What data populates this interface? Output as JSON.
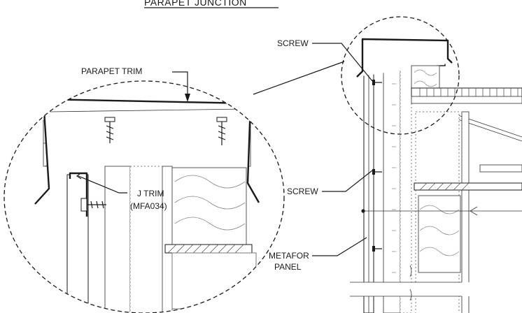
{
  "title": "PARAPET JUNCTION",
  "labels": {
    "parapet_trim": "PARAPET TRIM",
    "screw_top": "SCREW",
    "j_trim_line1": "J TRIM",
    "j_trim_line2": "(MFA034)",
    "screw_mid": "SCREW",
    "metafor_line1": "METAFOR",
    "metafor_line2": "PANEL"
  }
}
